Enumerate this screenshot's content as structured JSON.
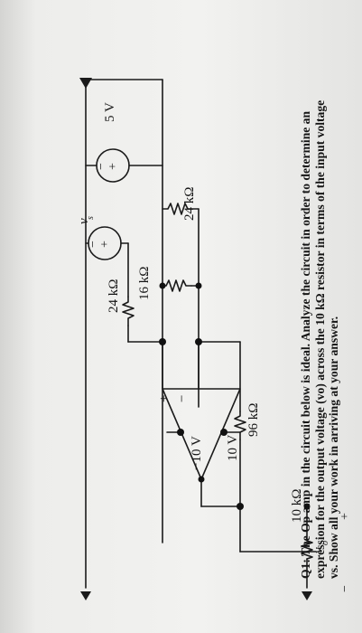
{
  "question": {
    "lines": [
      "Q1: The Op amp in the circuit below is ideal. Analyze the circuit in order to determine an",
      "expression for the output voltage (vo) across the 10 kΩ resistor in terms of the input voltage",
      "vs. Show all your work in arriving at your answer."
    ]
  },
  "circuit": {
    "r_24k_top": "24 kΩ",
    "r_16k": "16 kΩ",
    "r_24k_bottom": "24 kΩ",
    "r_96k": "96 kΩ",
    "r_10k": "10 kΩ",
    "source_5v": "5 V",
    "source_vs_label": "v",
    "source_vs_sub": "s",
    "supply_pos": "10 V",
    "supply_neg": "−10 V",
    "opamp_minus": "−",
    "opamp_plus": "+",
    "source_plus": "+",
    "source_minus": "−",
    "output_label": "v",
    "output_sub": "o",
    "output_plus": "+",
    "output_minus": "−"
  }
}
